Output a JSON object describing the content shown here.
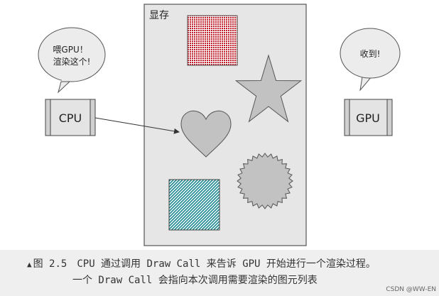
{
  "memory": {
    "label": "显存"
  },
  "cpu": {
    "label": "CPU",
    "speech": "喂GPU！ 渲染这个!"
  },
  "gpu": {
    "label": "GPU",
    "speech": "收到!"
  },
  "caption": {
    "figure_num": "图 2.5",
    "line1": "CPU 通过调用 Draw Call 来告诉 GPU 开始进行一个渲染过程。",
    "line2": "一个 Draw Call 会指向本次调用需要渲染的图元列表"
  },
  "watermark": "CSDN @WW-EN",
  "colors": {
    "memory_bg": "#e6e6e6",
    "shape_gray": "#c2c2c2",
    "red_pattern": "#c01e2b",
    "teal_pattern": "#18858e",
    "stroke": "#555555"
  }
}
